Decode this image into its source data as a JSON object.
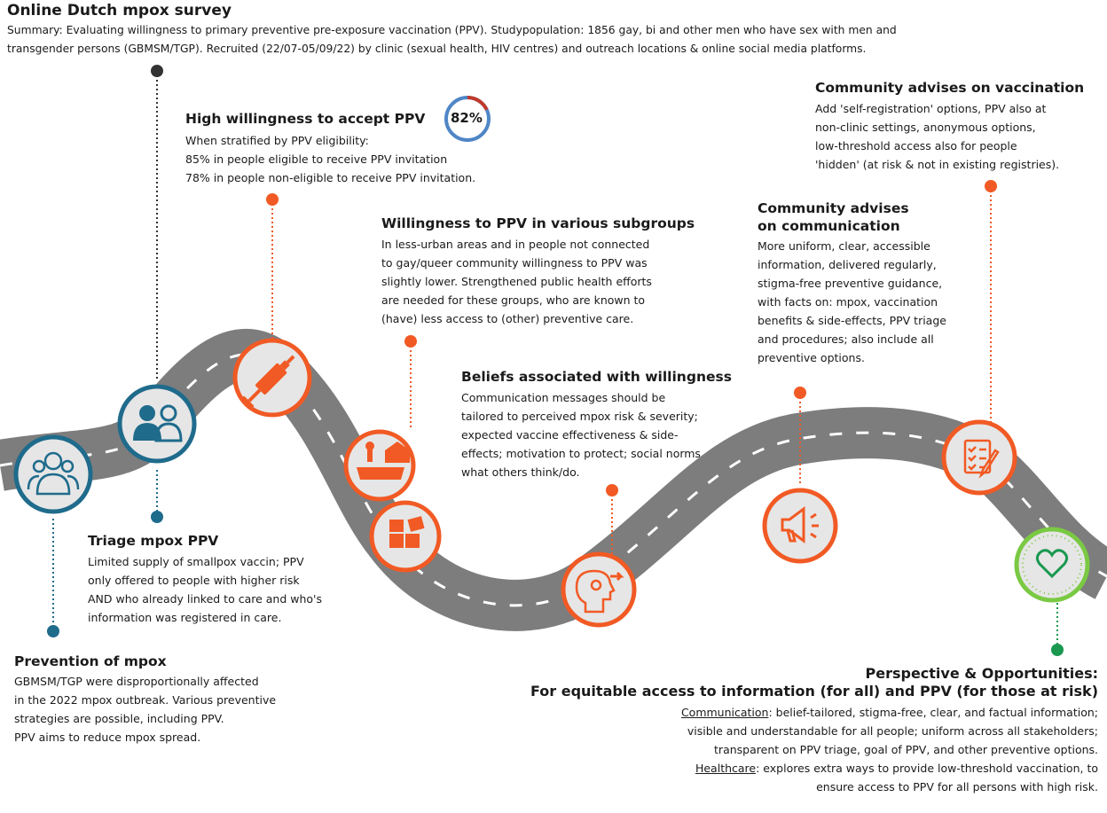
{
  "title": "Online Dutch mpox survey",
  "summary": [
    "Summary: Evaluating willingness to primary preventive pre-exposure vaccination (PPV).  Studypopulation: 1856 gay, bi and other men who have sex with men and",
    "transgender persons (GBMSM/TGP). Recruited (22/07-05/09/22) by clinic (sexual health, HIV centres) and outreach locations & online social media platforms."
  ],
  "prevention": {
    "heading": "Prevention of mpox",
    "lines": [
      "GBMSM/TGP were disproportionally affected",
      "in the 2022 mpox outbreak. Various preventive",
      "strategies are possible, including PPV.",
      "PPV aims to reduce mpox spread."
    ]
  },
  "triage": {
    "heading": "Triage mpox PPV",
    "lines": [
      "Limited supply of smallpox vaccin; PPV",
      "only offered to people with higher risk",
      "AND who already linked to care and who's",
      "information was registered in care."
    ]
  },
  "willingness": {
    "heading": "High willingness to accept PPV",
    "percent_label": "82%",
    "percent_value": 0.82,
    "lines": [
      "When stratified by PPV eligibility:",
      "85% in people eligible to receive PPV invitation",
      "78% in people non-eligible to receive PPV invitation."
    ]
  },
  "subgroups": {
    "heading": "Willingness to PPV in various subgroups",
    "lines": [
      "In  less-urban areas and in people not connected",
      "to gay/queer community willingness to PPV was",
      "slightly lower. Strengthened public health efforts",
      "are needed for these groups, who are known to",
      "(have) less access to (other) preventive care."
    ]
  },
  "beliefs": {
    "heading": "Beliefs associated with willingness",
    "lines": [
      "Communication messages should be",
      "tailored to perceived mpox risk & severity;",
      "expected vaccine effectiveness & side-",
      "effects; motivation to protect; social norms",
      "what others think/do."
    ]
  },
  "communication": {
    "heading": [
      "Community advises",
      "on communication"
    ],
    "lines": [
      "More uniform, clear, accessible",
      "information, delivered regularly,",
      "stigma-free preventive guidance,",
      "with facts on: mpox, vaccination",
      "benefits & side-effects, PPV triage",
      "and procedures; also include all",
      "preventive options."
    ]
  },
  "vaccination": {
    "heading": "Community advises on vaccination",
    "lines": [
      "Add 'self-registration' options, PPV also at",
      "non-clinic settings, anonymous options,",
      "low-threshold access also for people",
      "'hidden' (at risk & not in existing registries)."
    ]
  },
  "perspective": {
    "heading": [
      "Perspective & Opportunities:",
      "For equitable access to information (for all) and PPV (for those at risk)"
    ],
    "comm_label": "Communication",
    "comm_lines": [
      ": belief-tailored, stigma-free, clear, and factual information;",
      "visible and understandable for all people; uniform across all stakeholders;",
      "transparent on PPV triage, goal of PPV, and other preventive options."
    ],
    "health_label": "Healthcare",
    "health_lines": [
      ": explores extra ways to provide low-threshold vaccination, to",
      "ensure access to PPV for all persons with high risk."
    ]
  },
  "colors": {
    "road": "#7d7d7d",
    "blue": "#1f6b8c",
    "orange": "#f15a24",
    "green": "#7ac943",
    "dark": "#333333"
  },
  "icons": [
    "community-icon",
    "people-icon",
    "syringe-icon",
    "rural-houses-icon",
    "puzzle-icon",
    "head-gear-icon",
    "megaphone-icon",
    "checklist-icon",
    "heart-icon"
  ]
}
